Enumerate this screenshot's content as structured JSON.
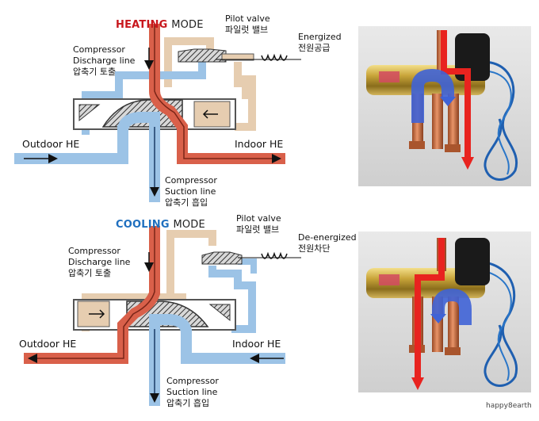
{
  "top_diagram": {
    "mode_keyword": "HEATING",
    "mode_suffix": "MODE",
    "compressor_discharge": [
      "Compressor",
      "Discharge line",
      "압축기 토출"
    ],
    "pilot_valve": [
      "Pilot valve",
      "파일럿 밸브"
    ],
    "solenoid_state": [
      "Energized",
      "전원공급"
    ],
    "outdoor_he": "Outdoor HE",
    "indoor_he": "Indoor HE",
    "compressor_suction": [
      "Compressor",
      "Suction line",
      "압축기 흡입"
    ]
  },
  "bottom_diagram": {
    "mode_keyword": "COOLING",
    "mode_suffix": "MODE",
    "compressor_discharge": [
      "Compressor",
      "Discharge line",
      "압축기 토출"
    ],
    "pilot_valve": [
      "Pilot valve",
      "파일럿 밸브"
    ],
    "solenoid_state": [
      "De-energized",
      "전원차단"
    ],
    "outdoor_he": "Outdoor HE",
    "indoor_he": "Indoor HE",
    "compressor_suction": [
      "Compressor",
      "Suction line",
      "압축기 흡입"
    ]
  },
  "credit": "happy8earth",
  "colors": {
    "hot_flow": "#d9604a",
    "cold_flow": "#9cc3e6",
    "cold_flow_dark": "#5e9bd6",
    "pilot_tube": "#e6cdb0",
    "valve_body": "#ffffff",
    "arrow_red": "#e8231f",
    "arrow_blue": "#3f63d6",
    "brass": "#c9a53a"
  }
}
